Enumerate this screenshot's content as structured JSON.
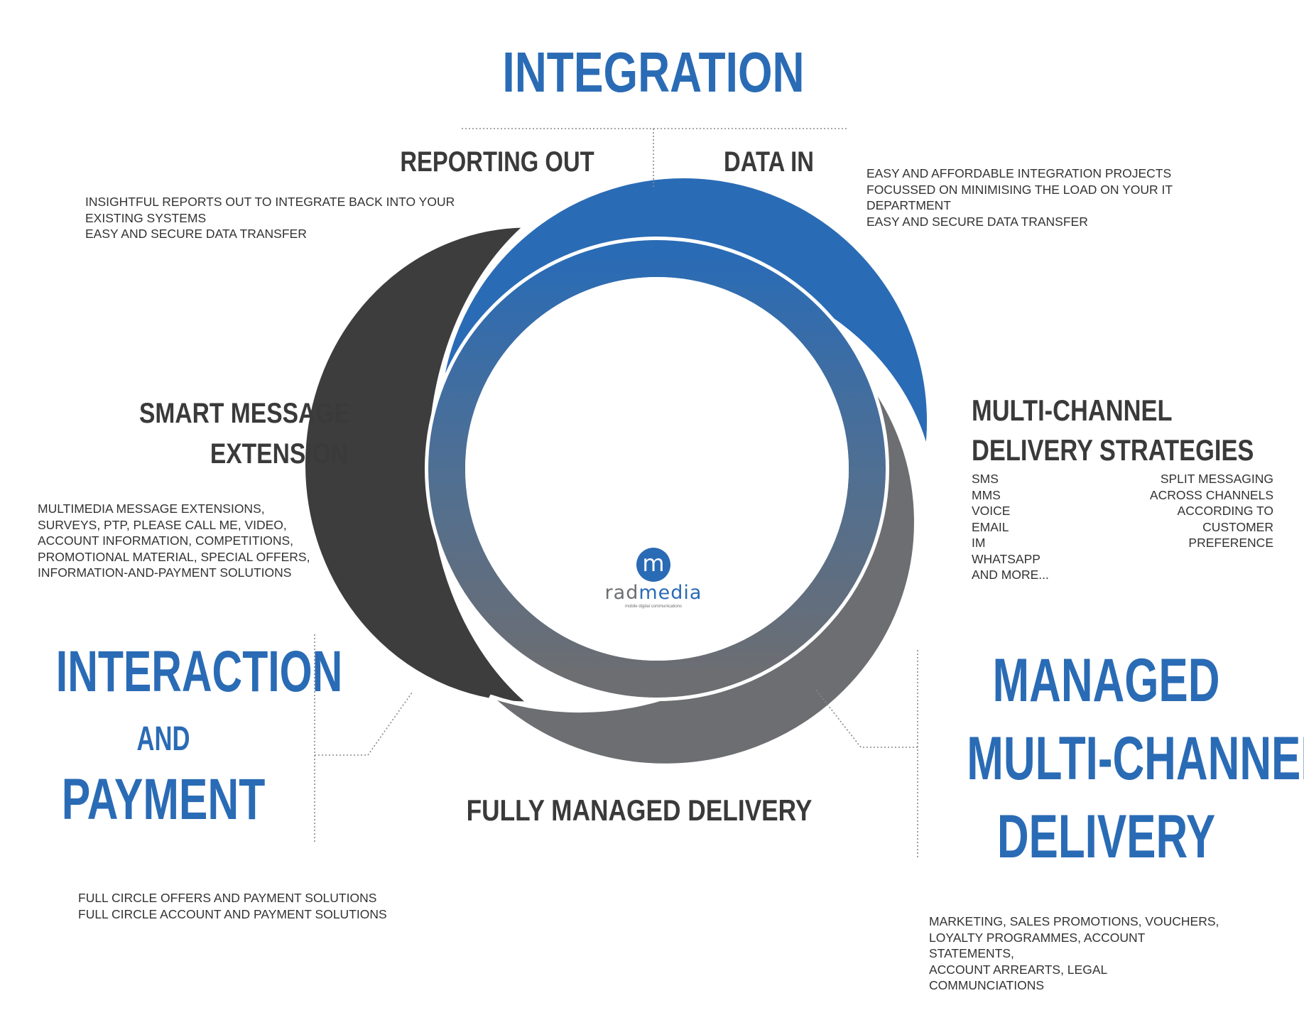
{
  "colors": {
    "blue": "#2a6bb5",
    "dark": "#3d3d3d",
    "grey": "#6d6e71",
    "text": "#333333"
  },
  "integration": {
    "title": "INTEGRATION",
    "reporting_out": {
      "heading": "REPORTING OUT",
      "lines": [
        "INSIGHTFUL REPORTS OUT TO INTEGRATE BACK INTO YOUR",
        "EXISTING SYSTEMS",
        "EASY AND SECURE DATA TRANSFER"
      ]
    },
    "data_in": {
      "heading": "DATA IN",
      "lines": [
        "EASY AND AFFORDABLE INTEGRATION PROJECTS",
        "FOCUSSED ON MINIMISING THE LOAD ON YOUR IT",
        "DEPARTMENT",
        "EASY AND SECURE DATA TRANSFER"
      ]
    }
  },
  "smart_message": {
    "heading_line1": "SMART MESSAGE",
    "heading_line2": "EXTENSION",
    "lines": [
      "MULTIMEDIA MESSAGE EXTENSIONS,",
      "SURVEYS, PTP, PLEASE CALL ME, VIDEO,",
      "ACCOUNT INFORMATION, COMPETITIONS,",
      "PROMOTIONAL MATERIAL, SPECIAL OFFERS,",
      "INFORMATION-AND-PAYMENT SOLUTIONS"
    ]
  },
  "multichannel": {
    "heading_line1": "MULTI-CHANNEL",
    "heading_line2": "DELIVERY STRATEGIES",
    "channels": [
      "SMS",
      "MMS",
      "VOICE",
      "EMAIL",
      "IM",
      "WHATSAPP",
      "AND MORE..."
    ],
    "split": [
      "SPLIT MESSAGING",
      "ACROSS CHANNELS",
      "ACCORDING TO",
      "CUSTOMER",
      "PREFERENCE"
    ]
  },
  "interaction": {
    "line1": "INTERACTION",
    "line2": "AND",
    "line3": "PAYMENT",
    "lines": [
      "FULL CIRCLE OFFERS AND PAYMENT SOLUTIONS",
      "FULL CIRCLE ACCOUNT AND PAYMENT SOLUTIONS"
    ]
  },
  "fully_managed": "FULLY MANAGED DELIVERY",
  "managed": {
    "line1": "MANAGED",
    "line2": "MULTI-CHANNEL",
    "line3": "DELIVERY",
    "lines": [
      "MARKETING, SALES PROMOTIONS, VOUCHERS,",
      "LOYALTY PROGRAMMES, ACCOUNT",
      "STATEMENTS,",
      "ACCOUNT ARREARTS, LEGAL",
      "COMMUNCIATIONS"
    ]
  },
  "logo": {
    "mark": "m",
    "brand_part1": "rad",
    "brand_part2": "media",
    "tagline": "mobile digital communications"
  }
}
